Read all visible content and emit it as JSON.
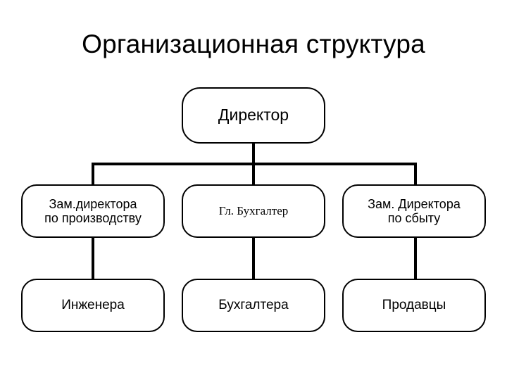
{
  "slide": {
    "title": "Организационная структура",
    "background_color": "#ffffff",
    "line_color": "#000000",
    "text_color": "#000000"
  },
  "chart_data": {
    "type": "diagram",
    "diagram_kind": "org-chart",
    "title": "Организационная структура",
    "nodes": [
      {
        "id": "director",
        "label": "Директор",
        "level": 1
      },
      {
        "id": "deputy-production",
        "label": "Зам.директора\nпо производству",
        "level": 2
      },
      {
        "id": "chief-accountant",
        "label": "Гл. Бухгалтер",
        "level": 2
      },
      {
        "id": "deputy-sales",
        "label": "Зам. Директора\nпо сбыту",
        "level": 2
      },
      {
        "id": "engineers",
        "label": "Инженера",
        "level": 3
      },
      {
        "id": "accountants",
        "label": "Бухгалтера",
        "level": 3
      },
      {
        "id": "sellers",
        "label": "Продавцы",
        "level": 3
      }
    ],
    "edges": [
      {
        "from": "director",
        "to": "deputy-production"
      },
      {
        "from": "director",
        "to": "chief-accountant"
      },
      {
        "from": "director",
        "to": "deputy-sales"
      },
      {
        "from": "deputy-production",
        "to": "engineers"
      },
      {
        "from": "chief-accountant",
        "to": "accountants"
      },
      {
        "from": "deputy-sales",
        "to": "sellers"
      }
    ]
  }
}
